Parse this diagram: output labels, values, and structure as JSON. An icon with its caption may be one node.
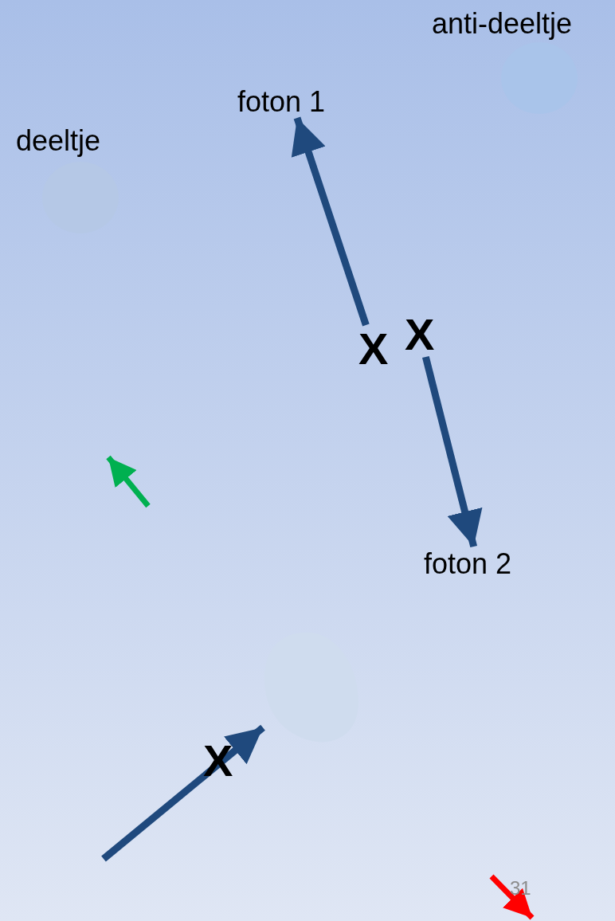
{
  "diagram": {
    "nodes": [
      {
        "text": [
          "deeltje"
        ]
      },
      {
        "text": [
          "anti-deeltje"
        ]
      },
      {
        "text": [
          "foton 1"
        ]
      },
      {
        "text": [
          "foton 2"
        ]
      },
      {
        "text": [],
        "shape": "circle"
      },
      {
        "text": [
          "X"
        ]
      },
      {
        "text": [
          "X"
        ]
      }
    ],
    "edges": [
      {
        "from": 5,
        "to": 2,
        "arrow": "to"
      },
      {
        "from": 6,
        "to": 3,
        "arrow": "to"
      },
      {
        "from": null,
        "to": 4,
        "arrow": "to"
      }
    ],
    "labels": [
      "X",
      "31"
    ]
  }
}
